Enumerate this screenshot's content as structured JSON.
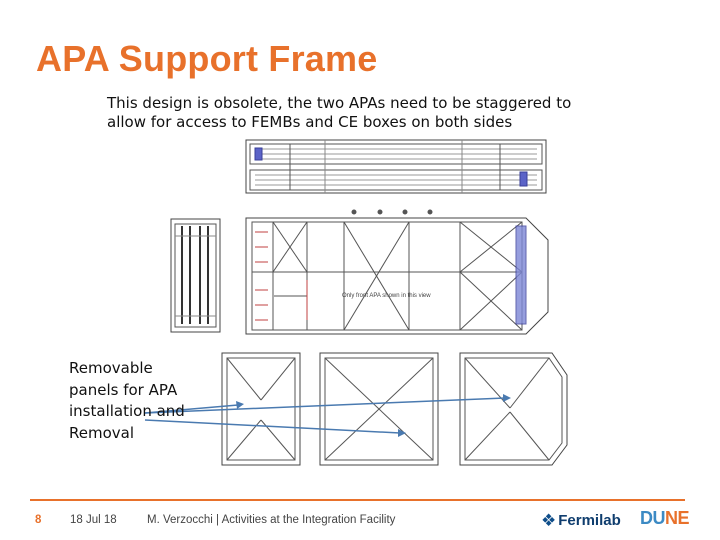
{
  "slide": {
    "title": "APA Support Frame",
    "note": "This design is obsolete, the two APAs need to be staggered to allow for access to FEMBs and CE boxes on both sides",
    "callout": "Removable panels for APA installation and Removal",
    "drawing_label": "Only front APA shown in this view"
  },
  "footer": {
    "page_number": "8",
    "date": "18 Jul 18",
    "author_line": "M. Verzocchi | Activities at the Integration Facility",
    "fermilab_logo": "Fermilab",
    "dune_logo_left": "DU",
    "dune_logo_right": "NE"
  },
  "colors": {
    "accent": "#e8712b",
    "arrow": "#4a7ab0",
    "drawing_lines": "#555555",
    "fermilab_blue": "#0f3d6e"
  }
}
